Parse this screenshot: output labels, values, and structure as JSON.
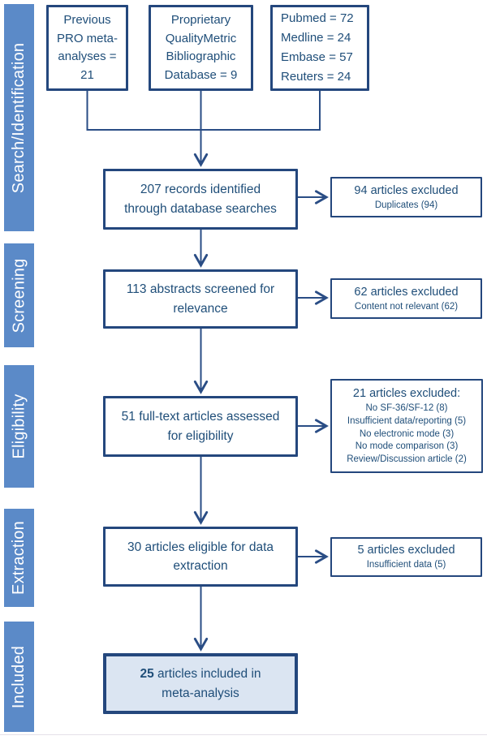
{
  "colors": {
    "bar_fill": "#5b8ac8",
    "bar_text": "#ffffff",
    "box_border": "#24477d",
    "box_text": "#1f4e79",
    "connector": "#2a4d85",
    "included_fill": "#dbe5f2"
  },
  "sidebar": {
    "stages": [
      {
        "label": "Search/Identification"
      },
      {
        "label": "Screening"
      },
      {
        "label": "Eligibility"
      },
      {
        "label": "Extraction"
      },
      {
        "label": "Included"
      }
    ]
  },
  "sources": [
    {
      "text": "Previous\nPRO meta-\nanalyses =\n21"
    },
    {
      "text": "Proprietary\nQualityMetric\nBibliographic\nDatabase = 9"
    },
    {
      "text": "Pubmed = 72\nMedline = 24\nEmbase = 57\nReuters = 24"
    }
  ],
  "flow": [
    {
      "text": "207 records identified\nthrough database searches"
    },
    {
      "text": "113 abstracts screened for\nrelevance"
    },
    {
      "text": "51 full-text articles assessed\nfor eligibility"
    },
    {
      "text": "30 articles eligible for data\nextraction"
    },
    {
      "bold": "25",
      "text": " articles included in\nmeta-analysis"
    }
  ],
  "exclusions": [
    {
      "title": "94 articles excluded",
      "details": [
        "Duplicates (94)"
      ]
    },
    {
      "title": "62 articles excluded",
      "details": [
        "Content not relevant (62)"
      ]
    },
    {
      "title": "21 articles excluded:",
      "details": [
        "No SF-36/SF-12 (8)",
        "Insufficient data/reporting (5)",
        "No electronic mode (3)",
        "No mode comparison (3)",
        "Review/Discussion article (2)"
      ]
    },
    {
      "title": "5 articles excluded",
      "details": [
        "Insufficient data (5)"
      ]
    }
  ]
}
